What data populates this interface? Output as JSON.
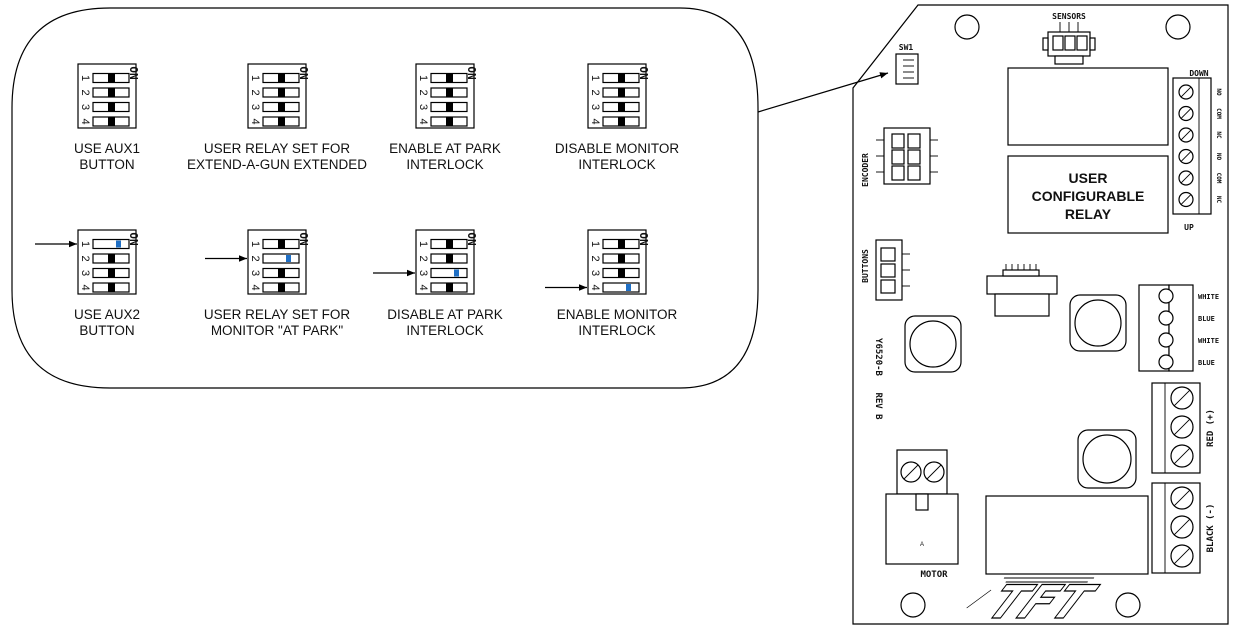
{
  "settings": [
    {
      "caption": [
        "USE AUX1",
        "BUTTON"
      ],
      "on": 0,
      "arrow": false
    },
    {
      "caption": [
        "USER RELAY SET FOR",
        "EXTEND-A-GUN EXTENDED"
      ],
      "on": 0,
      "arrow": false
    },
    {
      "caption": [
        "ENABLE AT PARK",
        "INTERLOCK"
      ],
      "on": 0,
      "arrow": false
    },
    {
      "caption": [
        "DISABLE MONITOR",
        "INTERLOCK"
      ],
      "on": 0,
      "arrow": false
    },
    {
      "caption": [
        "USE AUX2",
        "BUTTON"
      ],
      "on": 1,
      "arrow": true
    },
    {
      "caption": [
        "USER RELAY SET FOR",
        "MONITOR \"AT PARK\""
      ],
      "on": 2,
      "arrow": true
    },
    {
      "caption": [
        "DISABLE AT PARK",
        "INTERLOCK"
      ],
      "on": 3,
      "arrow": true
    },
    {
      "caption": [
        "ENABLE MONITOR",
        "INTERLOCK"
      ],
      "on": 4,
      "arrow": true
    }
  ],
  "dip": {
    "numbers": [
      "1",
      "2",
      "3",
      "4"
    ],
    "on_label": "ON",
    "highlight_color": "#1f6fc5"
  },
  "board": {
    "sensors": "SENSORS",
    "sw1": "SW1",
    "down": "DOWN",
    "up": "UP",
    "encoder": "ENCODER",
    "buttons": "BUTTONS",
    "part": "Y6520-B",
    "rev": "REV B",
    "relay_lines": [
      "USER",
      "CONFIGURABLE",
      "RELAY"
    ],
    "terminal_pins": [
      "NO",
      "COM",
      "NC",
      "NO",
      "COM",
      "NC"
    ],
    "wire_labels": [
      "WHITE",
      "BLUE",
      "WHITE",
      "BLUE"
    ],
    "red": "RED (+)",
    "black": "BLACK (-)",
    "motor": "MOTOR",
    "motor_mark": "A",
    "logo": "TFT"
  }
}
